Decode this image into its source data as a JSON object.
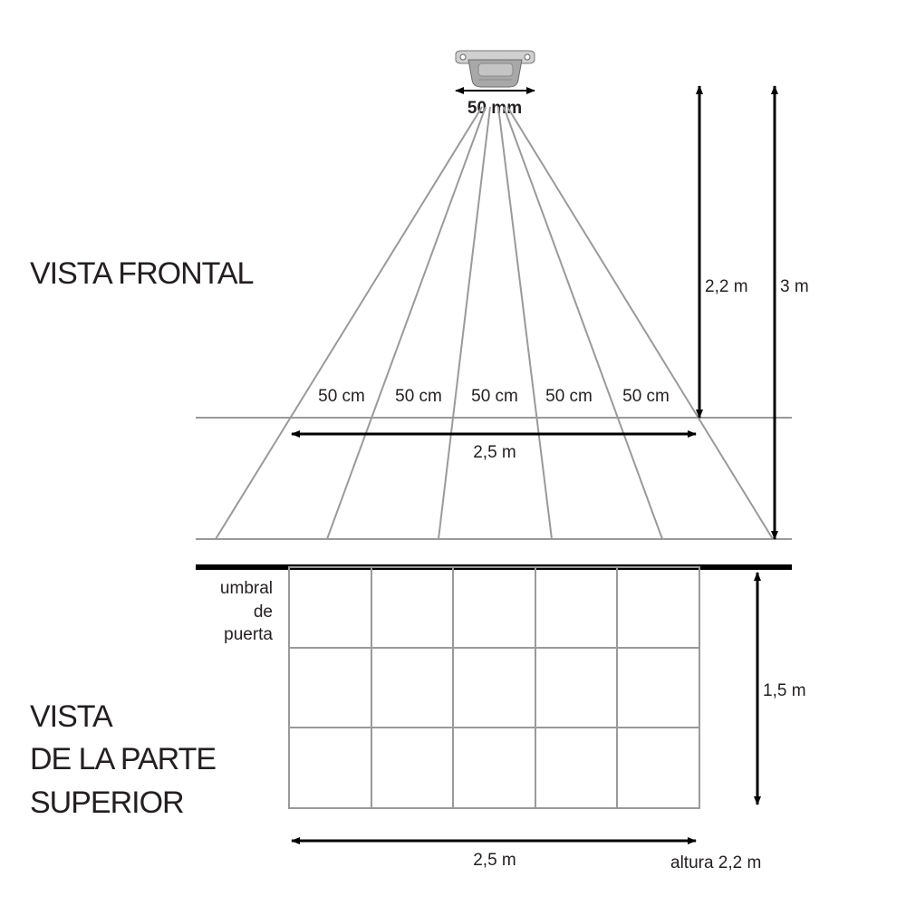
{
  "front_view": {
    "title": "VISTA FRONTAL",
    "sensor_width_label": "50 mm",
    "zone_labels": [
      "50 cm",
      "50 cm",
      "50 cm",
      "50 cm",
      "50 cm"
    ],
    "width_label": "2,5 m",
    "height_inner_label": "2,2 m",
    "height_outer_label": "3 m"
  },
  "top_view": {
    "title_lines": [
      "VISTA",
      "DE LA PARTE",
      "SUPERIOR"
    ],
    "threshold_lines": [
      "umbral",
      "de",
      "puerta"
    ],
    "grid": {
      "columns": 5,
      "rows": 3
    },
    "depth_label": "1,5 m",
    "width_label": "2,5 m",
    "mount_height_label": "altura 2,2 m"
  },
  "colors": {
    "text": "#231f20",
    "beam_lines": "#9a9a9a",
    "arrows": "#000000",
    "sensor_body": "#a8a8a8"
  },
  "icons": {
    "sensor": "motion-sensor-icon"
  }
}
